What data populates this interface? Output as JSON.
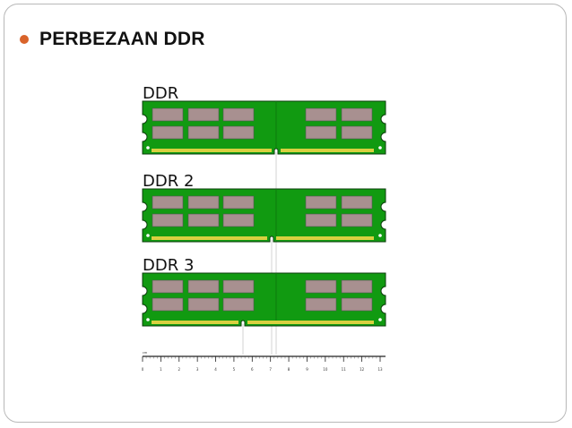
{
  "slide": {
    "title": "PERBEZAAN DDR",
    "bullet_color": "#d9632a"
  },
  "figure": {
    "modules": [
      {
        "label": "DDR"
      },
      {
        "label": "DDR 2"
      },
      {
        "label": "DDR 3"
      }
    ],
    "pcb_color": "#119a11",
    "chip_color": "#a89090",
    "pin_color": "#d8d040",
    "ruler": {
      "unit": "cm",
      "ticks": [
        "0",
        "1",
        "2",
        "3",
        "4",
        "5",
        "6",
        "7",
        "8",
        "9",
        "10",
        "11",
        "12",
        "13"
      ]
    }
  }
}
